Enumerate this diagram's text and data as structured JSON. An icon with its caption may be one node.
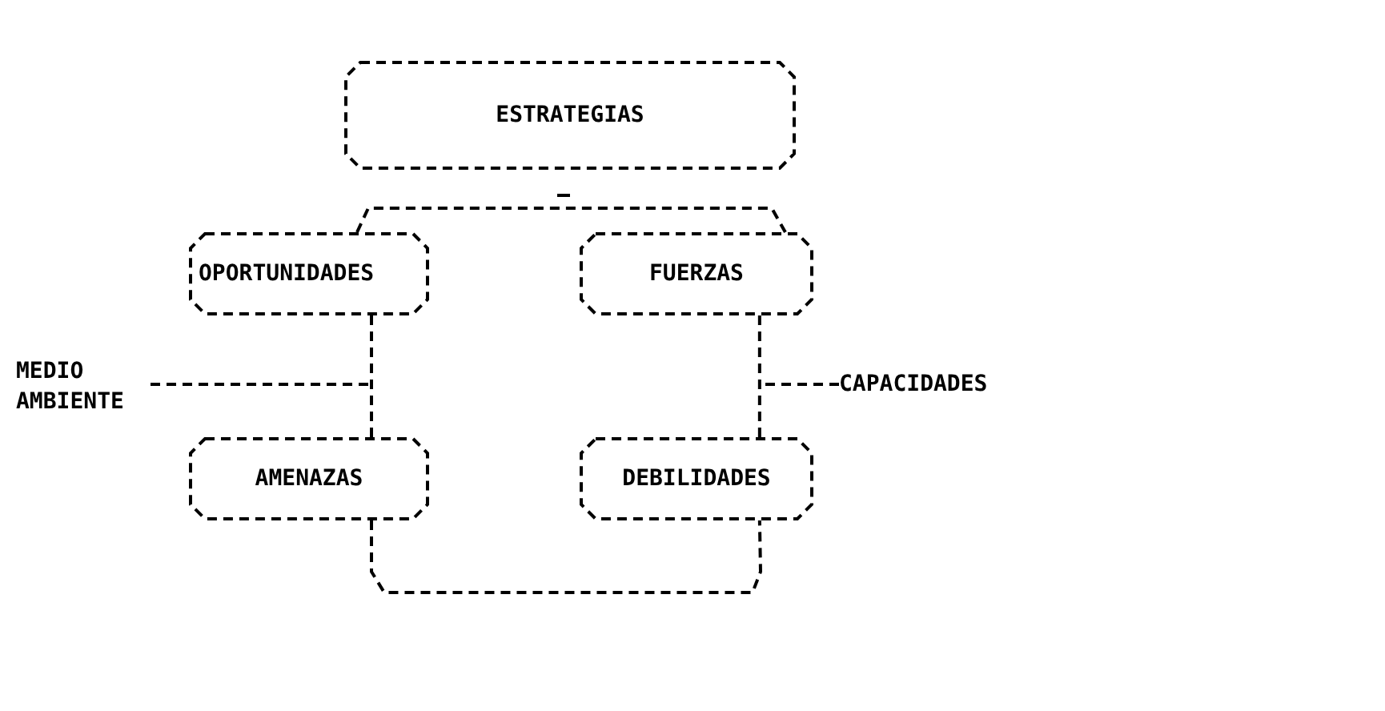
{
  "diagram": {
    "nodes": [
      {
        "text": [
          "ESTRATEGIAS"
        ]
      },
      {
        "text": [
          "OPORTUNIDADES"
        ]
      },
      {
        "text": [
          "FUERZAS"
        ]
      },
      {
        "text": [
          "AMENAZAS"
        ]
      },
      {
        "text": [
          "DEBILIDADES"
        ]
      },
      {
        "text": [
          "MEDIO AMBIENTE"
        ]
      },
      {
        "text": [
          "CAPACIDADES"
        ]
      }
    ],
    "edges": [
      {
        "from": 1,
        "to": 2,
        "arrow": "none"
      },
      {
        "from": 1,
        "to": 3,
        "arrow": "none"
      },
      {
        "from": 2,
        "to": 4,
        "arrow": "none"
      },
      {
        "from": 3,
        "to": 4,
        "arrow": "none"
      },
      {
        "from": 5,
        "to": null,
        "arrow": "none"
      },
      {
        "from": 6,
        "to": null,
        "arrow": "none"
      }
    ]
  }
}
